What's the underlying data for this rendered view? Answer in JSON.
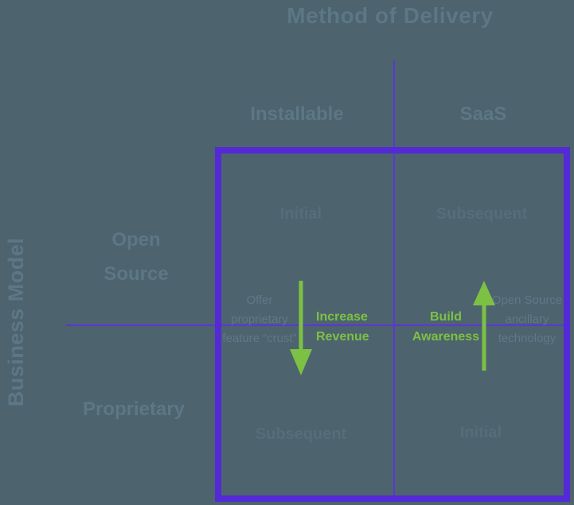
{
  "title": "Method of Delivery",
  "y_axis_label": "Business Model",
  "columns": [
    {
      "label": "Installable"
    },
    {
      "label": "SaaS"
    }
  ],
  "rows": [
    {
      "label_lines": [
        "Open",
        "Source"
      ]
    },
    {
      "label": "Proprietary"
    }
  ],
  "quadrants": {
    "top_left": "Initial",
    "top_right": "Subsequent",
    "bottom_left": "Subsequent",
    "bottom_right": "Initial"
  },
  "annotations": {
    "left_note_lines": [
      "Offer",
      "proprietary",
      "feature “crust”"
    ],
    "down_arrow_label_lines": [
      "Increase",
      "Revenue"
    ],
    "up_arrow_label_lines": [
      "Build",
      "Awareness"
    ],
    "right_note_lines": [
      "Open Source",
      "ancillary",
      "technology"
    ]
  },
  "colors": {
    "background": "#4d636e",
    "purple_border": "#5429d6",
    "purple_lines": "#5a37d6",
    "green": "#7cc144",
    "heading_text": "#5c7785",
    "quadrant_text": "#566d7a",
    "note_text": "#5e7987"
  }
}
